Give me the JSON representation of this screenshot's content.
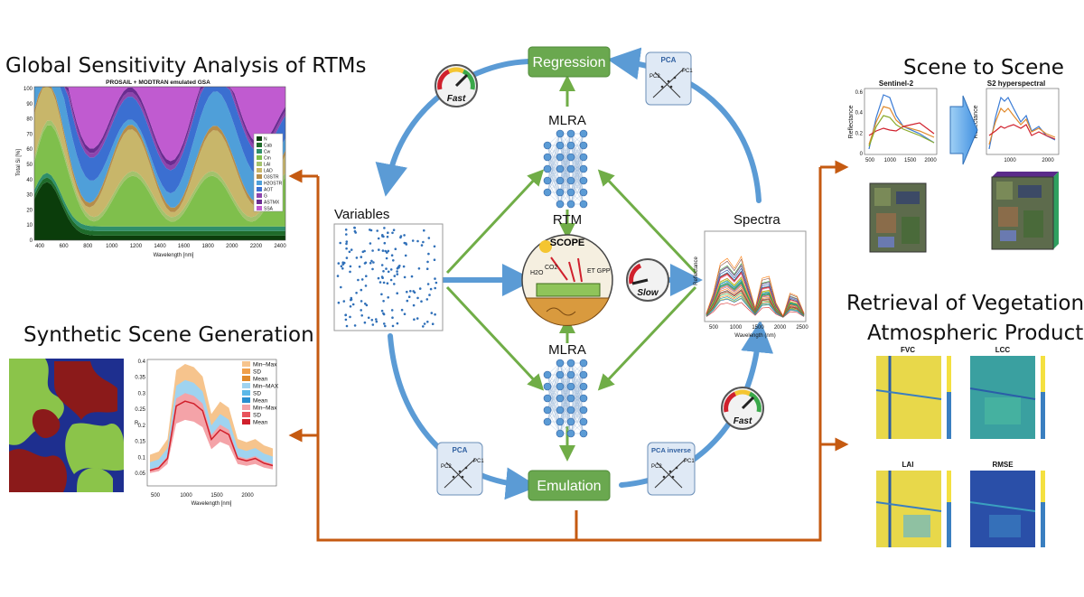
{
  "titles": {
    "gsa": "Global Sensitivity Analysis of RTMs",
    "scene_to_scene": "Scene to Scene",
    "synthetic": "Synthetic Scene Generation",
    "retrieval_line1": "Retrieval of Vegetation and",
    "retrieval_line2": "Atmospheric Products"
  },
  "center": {
    "regression": "Regression",
    "emulation": "Emulation",
    "mlra_top": "MLRA",
    "mlra_bottom": "MLRA",
    "rtm": "RTM",
    "scope": "SCOPE",
    "variables": "Variables",
    "spectra": "Spectra",
    "gauge_fast_top": "Fast",
    "gauge_slow": "Slow",
    "gauge_fast_bottom": "Fast",
    "pca_top": "PCA",
    "pca_left": "PCA",
    "pca_inverse": "PCA inverse",
    "pc1": "PC1",
    "pc2": "PC2",
    "h2o": "H2O",
    "co2": "CO2",
    "et_gpp": "ET GPP",
    "colors": {
      "arrow_blue": "#5b9bd5",
      "arrow_green": "#70ad47",
      "box_green": "#6aa84f",
      "orange": "#c55a11"
    }
  },
  "gsa_chart": {
    "title": "PROSAIL + MODTRAN emulated GSA",
    "ylabel": "Total Si [%]",
    "xlabel": "Wavelength [nm]",
    "x_ticks": [
      "400",
      "600",
      "800",
      "1000",
      "1200",
      "1400",
      "1600",
      "1800",
      "2000",
      "2200",
      "2400"
    ],
    "y_ticks": [
      "0",
      "10",
      "20",
      "30",
      "40",
      "50",
      "60",
      "70",
      "80",
      "90",
      "100"
    ],
    "legend": [
      {
        "name": "N",
        "color": "#0b3d0b"
      },
      {
        "name": "Cab",
        "color": "#1f6b2a"
      },
      {
        "name": "Cw",
        "color": "#2f8f6a"
      },
      {
        "name": "Cm",
        "color": "#7fbf4c"
      },
      {
        "name": "LAI",
        "color": "#a3c26d"
      },
      {
        "name": "LAD",
        "color": "#c8b66a"
      },
      {
        "name": "O3STR",
        "color": "#b58d4a"
      },
      {
        "name": "H2OSTR",
        "color": "#4f9fd9"
      },
      {
        "name": "AOT",
        "color": "#3b6fd1"
      },
      {
        "name": "G",
        "color": "#8e44ad"
      },
      {
        "name": "ASTMX",
        "color": "#6a2c91"
      },
      {
        "name": "SSA",
        "color": "#c05bd0"
      }
    ]
  },
  "s2_chart": {
    "left_title": "Sentinel-2",
    "right_title": "S2 hyperspectral",
    "ylabel": "Reflectance",
    "left_x_ticks": [
      "500",
      "1000",
      "1500",
      "2000"
    ],
    "right_x_ticks": [
      "1000",
      "2000"
    ],
    "y_ticks": [
      "0",
      "0.2",
      "0.4",
      "0.6"
    ]
  },
  "spectra_chart": {
    "ylabel": "Reflectance",
    "xlabel": "Wavelength (nm)",
    "x_ticks": [
      "500",
      "1000",
      "1500",
      "2000",
      "2500"
    ]
  },
  "synthetic_chart": {
    "ylabel": "R",
    "xlabel": "Wavelength [nm]",
    "x_ticks": [
      "500",
      "1000",
      "1500",
      "2000"
    ],
    "y_ticks": [
      "0.05",
      "0.1",
      "0.15",
      "0.2",
      "0.25",
      "0.3",
      "0.35",
      "0.4"
    ],
    "legend": [
      {
        "name": "Min–Max",
        "color": "#f6c48d"
      },
      {
        "name": "SD",
        "color": "#f0a04b"
      },
      {
        "name": "Mean",
        "color": "#e08a2c"
      },
      {
        "name": "Min–MAX",
        "color": "#9fd3f0"
      },
      {
        "name": "SD",
        "color": "#5bb8e8"
      },
      {
        "name": "Mean",
        "color": "#2a8fd0"
      },
      {
        "name": "Min–Max",
        "color": "#f4a3a8"
      },
      {
        "name": "SD",
        "color": "#e8535c"
      },
      {
        "name": "Mean",
        "color": "#d0202c"
      }
    ]
  },
  "maps": {
    "fvc": "FVC",
    "lcc": "LCC",
    "lai": "LAI",
    "rmse": "RMSE"
  }
}
